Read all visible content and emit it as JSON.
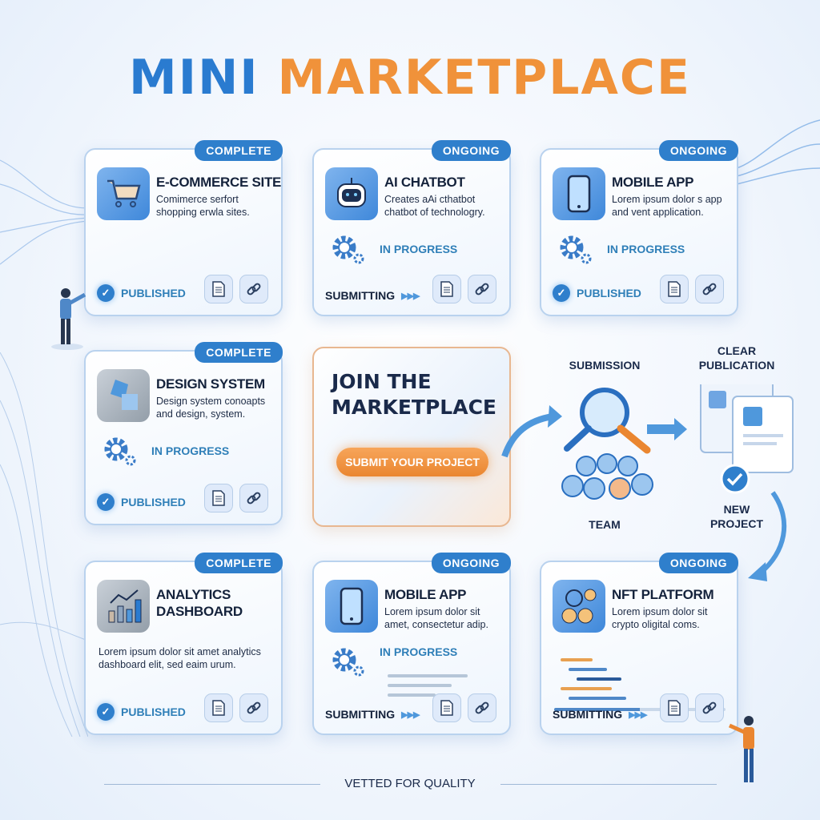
{
  "title": {
    "part1": "MINI",
    "part2": "MARKETPLACE"
  },
  "cards": [
    {
      "badge": "COMPLETE",
      "title": "E-COMMERCE SITE",
      "desc": "Comimerce serfort shopping erwla sites.",
      "icon": "shopping-cart-icon",
      "mid": null,
      "status": "PUBLISHED"
    },
    {
      "badge": "ONGOING",
      "title": "AI CHATBOT",
      "desc": "Creates aAi cthatbot chatbot of technologry.",
      "icon": "robot-icon",
      "mid": "IN PROGRESS",
      "status": "SUBMITTING"
    },
    {
      "badge": "ONGOING",
      "title": "MOBILE APP",
      "desc": "Lorem ipsum dolor s app and vent application.",
      "icon": "smartphone-icon",
      "mid": "IN PROGRESS",
      "status": "PUBLISHED"
    },
    {
      "badge": "COMPLETE",
      "title": "DESIGN SYSTEM",
      "desc": "Design system conoapts and design, system.",
      "icon": "shapes-icon",
      "mid": "IN PROGRESS",
      "status": "PUBLISHED"
    },
    {
      "badge": "COMPLETE",
      "title": "ANALYTICS DASHBOARD",
      "desc": "Lorem ipsum dolor sit amet analytics dashboard elit, sed eaim urum.",
      "icon": "chart-icon",
      "mid": null,
      "status": "PUBLISHED"
    },
    {
      "badge": "ONGOING",
      "title": "MOBILE APP",
      "desc": "Lorem ipsum dolor sit amet, consectetur adip.",
      "icon": "smartphone-icon",
      "mid": "IN PROGRESS",
      "status": "SUBMITTING"
    },
    {
      "badge": "ONGOING",
      "title": "NFT PLATFORM",
      "desc": "Lorem ipsum dolor sit crypto oligital coms.",
      "icon": "crypto-coins-icon",
      "mid": null,
      "status": "SUBMITTING"
    }
  ],
  "join": {
    "heading_line1": "JOIN THE",
    "heading_line2": "MARKETPLACE",
    "cta": "SUBMIT YOUR PROJECT"
  },
  "flow": {
    "submission": "SUBMISSION",
    "team": "TEAM",
    "clear_line1": "CLEAR",
    "clear_line2": "PUBLICATION",
    "new_line1": "NEW",
    "new_line2": "PROJECT"
  },
  "footer": "VETTED FOR QUALITY",
  "colors": {
    "blue": "#2a7bd0",
    "orange": "#f0923a"
  }
}
